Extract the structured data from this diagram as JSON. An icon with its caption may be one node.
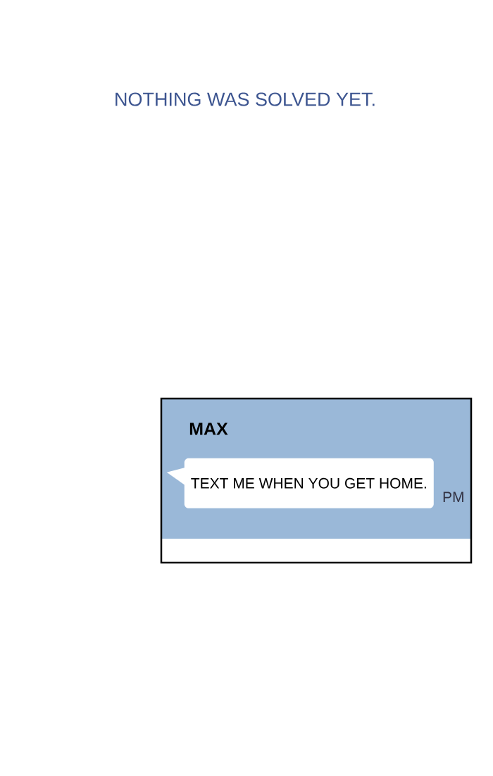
{
  "diagram": {
    "nodes": [
      {
        "text": [
          "MAX"
        ]
      },
      {
        "text": [
          "TEXT ME WHEN YOU GET HOME."
        ],
        "in": 0,
        "beside": [
          "PM"
        ]
      }
    ],
    "labels": [
      "NOTHING WAS SOLVED YET."
    ]
  }
}
